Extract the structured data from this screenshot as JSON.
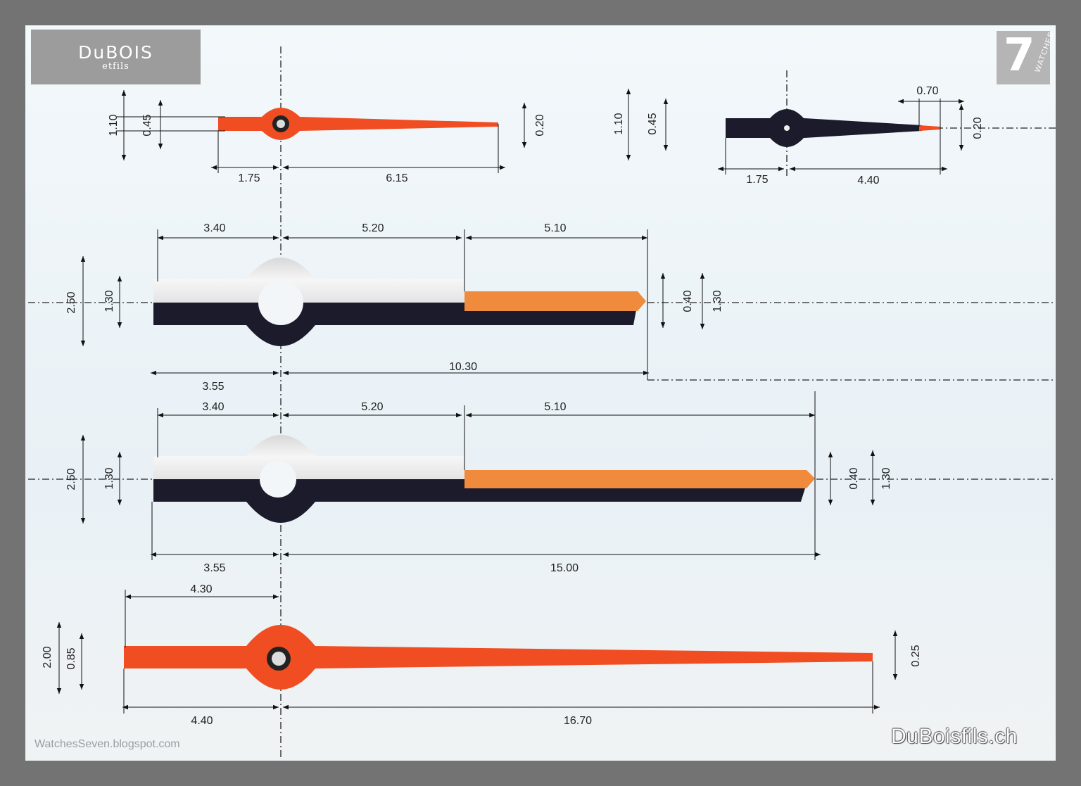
{
  "brand": {
    "name": "DuBOIS",
    "sub": "etfils"
  },
  "logo": {
    "numeral": "7",
    "word": "WATCHES"
  },
  "credit": "WatchesSeven.blogspot.com",
  "website": "DuBoisfils.ch",
  "colors": {
    "orange": "#f04e22",
    "hand_orange": "#f08a3c",
    "dark": "#1b1b2c",
    "silver": "#cfcfcf",
    "background": "#eef4f8"
  },
  "dimensions": {
    "hand1": {
      "height": "1.10",
      "hub": "0.45",
      "tip": "0.20",
      "tail": "1.75",
      "length": "6.15"
    },
    "hand2": {
      "height": "1.10",
      "hub": "0.45",
      "tip_length": "0.70",
      "tip": "0.20",
      "tail": "1.75",
      "length": "4.40"
    },
    "hand3": {
      "top_tail": "3.40",
      "top_mid": "5.20",
      "top_tip": "5.10",
      "height": "2.50",
      "hub": "1.30",
      "tip": "0.40",
      "tip_height": "1.30",
      "bottom_length": "10.30",
      "bottom_tail": "3.55"
    },
    "hand4": {
      "top_tail": "3.40",
      "top_mid": "5.20",
      "top_tip": "5.10",
      "height": "2.50",
      "hub": "1.30",
      "tip": "0.40",
      "tip_height": "1.30",
      "bottom_tail": "3.55",
      "bottom_length": "15.00"
    },
    "hand5": {
      "tail": "4.30",
      "height": "2.00",
      "hub": "0.85",
      "tip": "0.25",
      "bottom_tail": "4.40",
      "bottom_length": "16.70"
    }
  }
}
